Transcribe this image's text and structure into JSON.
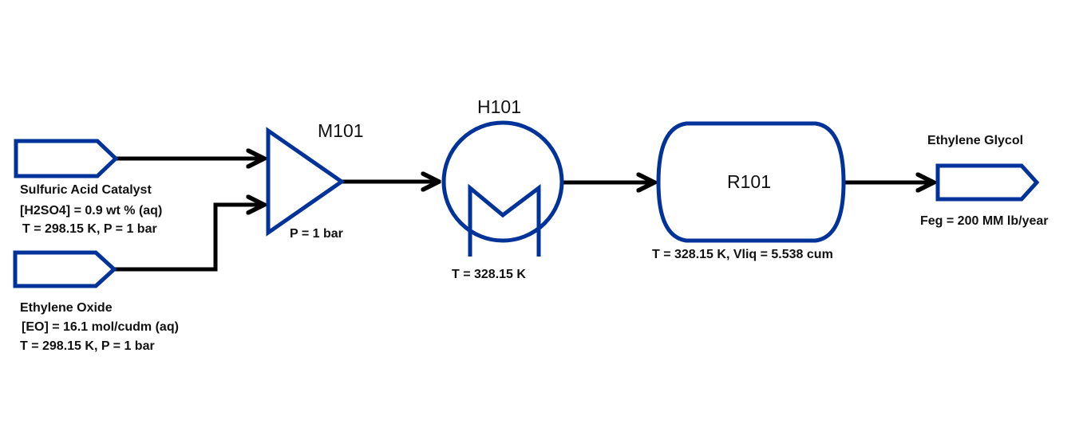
{
  "colors": {
    "equipment": "#003399",
    "stream": "#000000"
  },
  "feeds": [
    {
      "name": "Sulfuric Acid Catalyst",
      "spec": "[H2SO4] = 0.9 wt % (aq)",
      "conditions": "T = 298.15 K, P = 1 bar"
    },
    {
      "name": "Ethylene Oxide",
      "spec": "[EO] = 16.1 mol/cudm (aq)",
      "conditions": "T = 298.15 K, P = 1 bar"
    }
  ],
  "mixer": {
    "tag": "M101",
    "conditions": "P = 1 bar"
  },
  "heater": {
    "tag": "H101",
    "conditions": "T = 328.15 K"
  },
  "reactor": {
    "tag": "R101",
    "conditions": "T = 328.15 K, Vliq = 5.538 cum"
  },
  "product": {
    "name": "Ethylene Glycol",
    "spec": "Feg = 200 MM lb/year"
  }
}
